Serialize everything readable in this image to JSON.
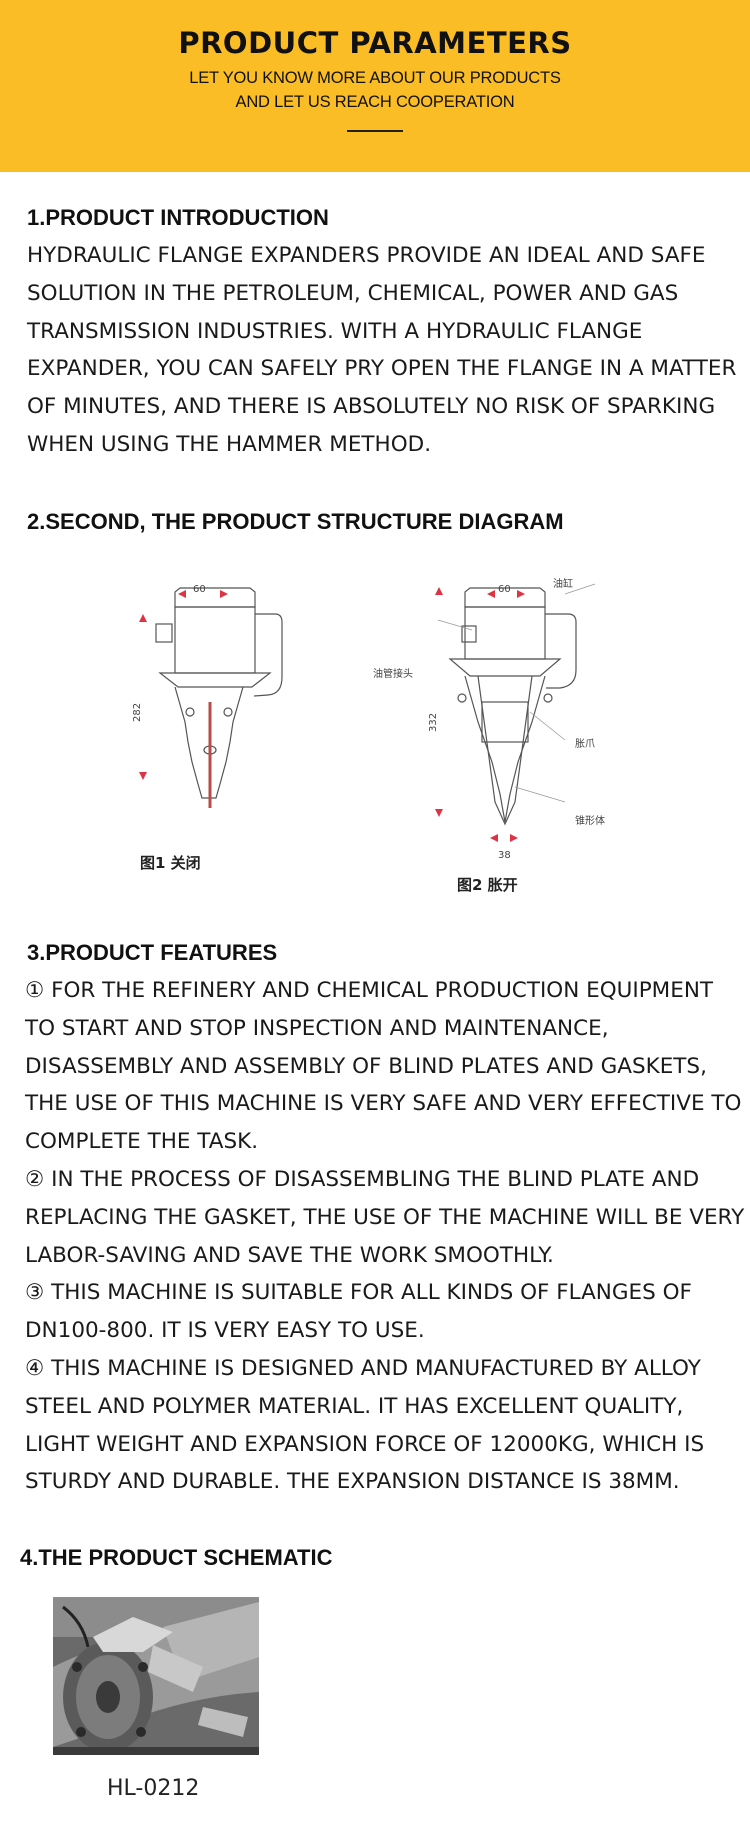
{
  "banner": {
    "title": "PRODUCT PARAMETERS",
    "subtitle_line1": "LET YOU KNOW MORE ABOUT OUR PRODUCTS",
    "subtitle_line2": "AND LET US REACH COOPERATION",
    "color": "#fbbd25"
  },
  "section1": {
    "heading": "1.PRODUCT INTRODUCTION",
    "lines": [
      "HYDRAULIC FLANGE EXPANDERS PROVIDE AN IDEAL AND SAFE",
      "SOLUTION IN THE PETROLEUM, CHEMICAL, POWER AND GAS",
      "TRANSMISSION INDUSTRIES. WITH A HYDRAULIC FLANGE",
      "EXPANDER, YOU CAN SAFELY PRY OPEN THE FLANGE IN A MATTER",
      "OF MINUTES, AND THERE IS ABSOLUTELY NO RISK OF SPARKING",
      "WHEN USING THE HAMMER METHOD."
    ]
  },
  "section2": {
    "heading": "2.SECOND, THE PRODUCT STRUCTURE DIAGRAM",
    "diagram": {
      "fig1_caption": "图1  关闭",
      "fig2_caption": "图2  胀开",
      "fig1_width": "60",
      "fig1_height": "282",
      "fig2_width": "60",
      "fig2_height": "332",
      "fig2_gap": "38",
      "label_cylinder": "油缸",
      "label_hose_joint": "油管接头",
      "label_claw": "胀爪",
      "label_cone": "锥形体"
    }
  },
  "section3": {
    "heading": "3.PRODUCT FEATURES",
    "lines": [
      "① FOR THE REFINERY AND CHEMICAL PRODUCTION EQUIPMENT",
      "TO START AND STOP INSPECTION AND MAINTENANCE,",
      "DISASSEMBLY AND ASSEMBLY OF BLIND PLATES AND GASKETS,",
      "THE USE OF THIS MACHINE IS VERY SAFE AND VERY EFFECTIVE TO",
      "COMPLETE THE TASK.",
      "② IN THE PROCESS OF DISASSEMBLING THE BLIND PLATE AND",
      "REPLACING THE GASKET, THE USE OF THE MACHINE WILL BE VERY",
      "LABOR-SAVING AND SAVE THE WORK SMOOTHLY.",
      "③ THIS MACHINE IS SUITABLE FOR ALL KINDS OF FLANGES OF",
      "DN100-800. IT IS VERY EASY TO USE.",
      "④ THIS MACHINE IS DESIGNED AND MANUFACTURED BY ALLOY",
      "STEEL AND POLYMER MATERIAL. IT HAS EXCELLENT QUALITY,",
      "LIGHT WEIGHT AND EXPANSION FORCE OF 12000KG, WHICH IS",
      "STURDY AND DURABLE. THE EXPANSION DISTANCE IS 38MM."
    ]
  },
  "section4": {
    "heading": "4.THE PRODUCT SCHEMATIC",
    "caption": "HL-0212"
  }
}
